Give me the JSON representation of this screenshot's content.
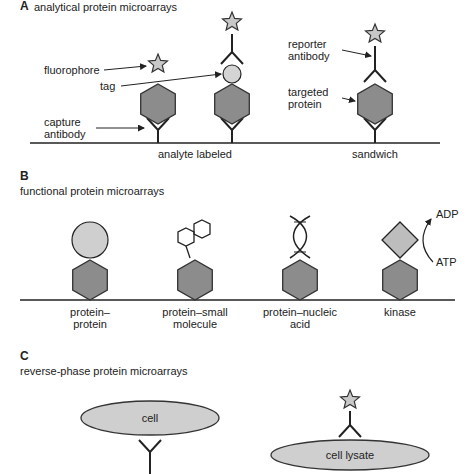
{
  "diagram": {
    "nodes": [
      {
        "text": [
          "cell"
        ]
      },
      {
        "text": [
          "cell lysate"
        ]
      }
    ],
    "labels": [
      "A",
      "analytical protein microarrays",
      "fluorophore",
      "tag",
      "capture antibody",
      "reporter antibody",
      "targeted protein",
      "analyte labeled",
      "sandwich",
      "B",
      "functional protein microarrays",
      "protein–protein",
      "protein–small molecule",
      "protein–nucleic acid",
      "kinase",
      "ADP",
      "ATP",
      "C",
      "reverse-phase protein microarrays"
    ]
  }
}
